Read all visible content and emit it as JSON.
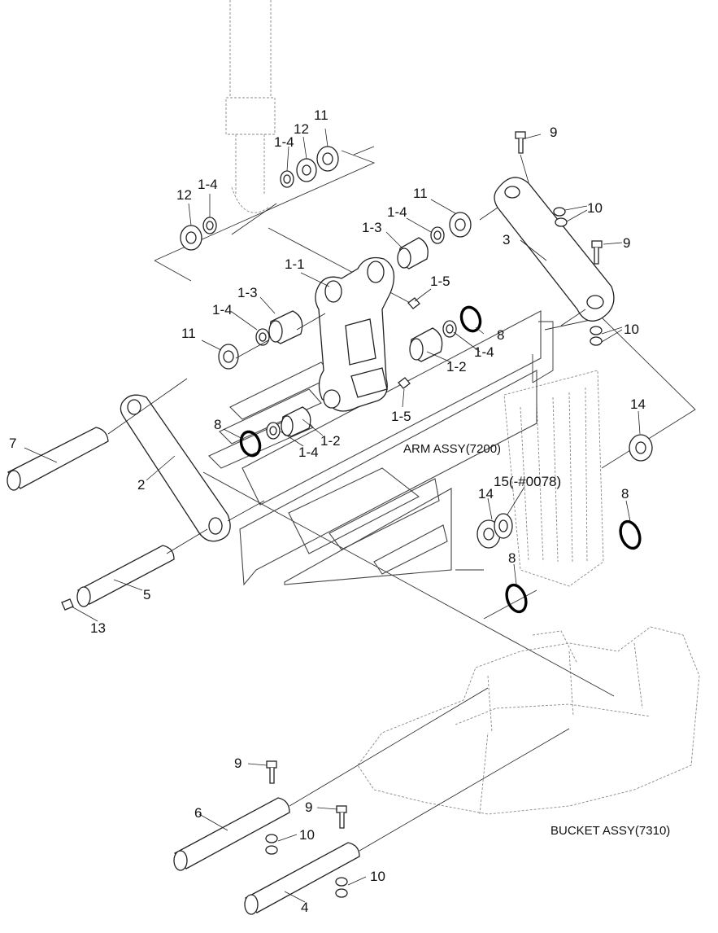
{
  "labels": {
    "p9a": "9",
    "p10a": "10",
    "p3": "3",
    "p9b": "9",
    "p10b": "10",
    "p11a": "11",
    "p12a": "12",
    "p1_4a": "1-4",
    "p12b": "12",
    "p1_4b": "1-4",
    "p11b": "11",
    "p1_4c": "1-4",
    "p1_3a": "1-3",
    "p1_1": "1-1",
    "p1_5a": "1-5",
    "p1_3b": "1-3",
    "p1_4d": "1-4",
    "p11c": "11",
    "p8a": "8",
    "p1_4e": "1-4",
    "p1_2a": "1-2",
    "p1_5b": "1-5",
    "p8b": "8",
    "p1_2b": "1-2",
    "p1_4f": "1-4",
    "p7": "7",
    "p2": "2",
    "p14a": "14",
    "p15": "15(-#0078)",
    "p14b": "14",
    "p8c": "8",
    "p8d": "8",
    "p5": "5",
    "p13": "13",
    "p9c": "9",
    "p6": "6",
    "p9d": "9",
    "p10c": "10",
    "p10d": "10",
    "p4": "4"
  },
  "assemblies": {
    "arm": "ARM ASSY(7200)",
    "bucket": "BUCKET ASSY(7310)"
  }
}
